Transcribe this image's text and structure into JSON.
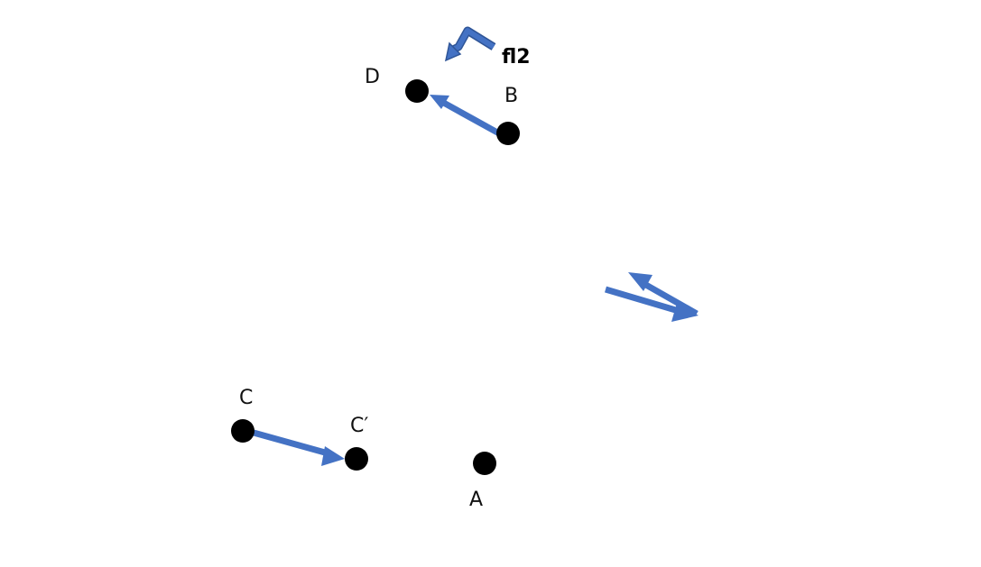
{
  "points": {
    "A": {
      "label": "A"
    },
    "B": {
      "label": "B"
    },
    "C": {
      "label": "C"
    },
    "C_prime": {
      "label": "C′"
    },
    "D": {
      "label": "D"
    }
  },
  "annotation": {
    "text": "fl2"
  },
  "colors": {
    "arrow": "#4472C4",
    "arrow_outline": "#2F5597",
    "point": "#000000",
    "background": "#FFFFFF"
  },
  "icons": [
    "bent-arrow-icon",
    "double-arrow-icon"
  ]
}
